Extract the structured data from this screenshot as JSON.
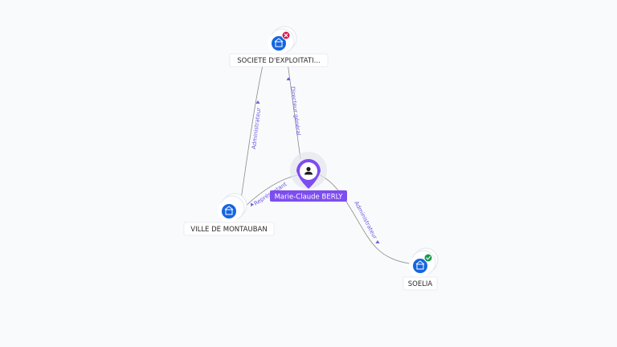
{
  "center": {
    "name": "Marie-Claude BERLY",
    "icon": "person-icon",
    "color": "#7d4df0"
  },
  "nodes": {
    "societe": {
      "label": "SOCIETE D'EXPLOITATI...",
      "icon": "building-icon",
      "status": "inactive",
      "status_icon": "x-icon"
    },
    "ville": {
      "label": "VILLE DE MONTAUBAN",
      "icon": "building-icon"
    },
    "soelia": {
      "label": "SOELIA",
      "icon": "building-icon",
      "status": "active",
      "status_icon": "check-icon"
    }
  },
  "edges": {
    "center_societe": "Directeur général",
    "center_ville": "Représentant",
    "center_soelia": "Administrateur",
    "ville_societe": "Administrateur"
  }
}
